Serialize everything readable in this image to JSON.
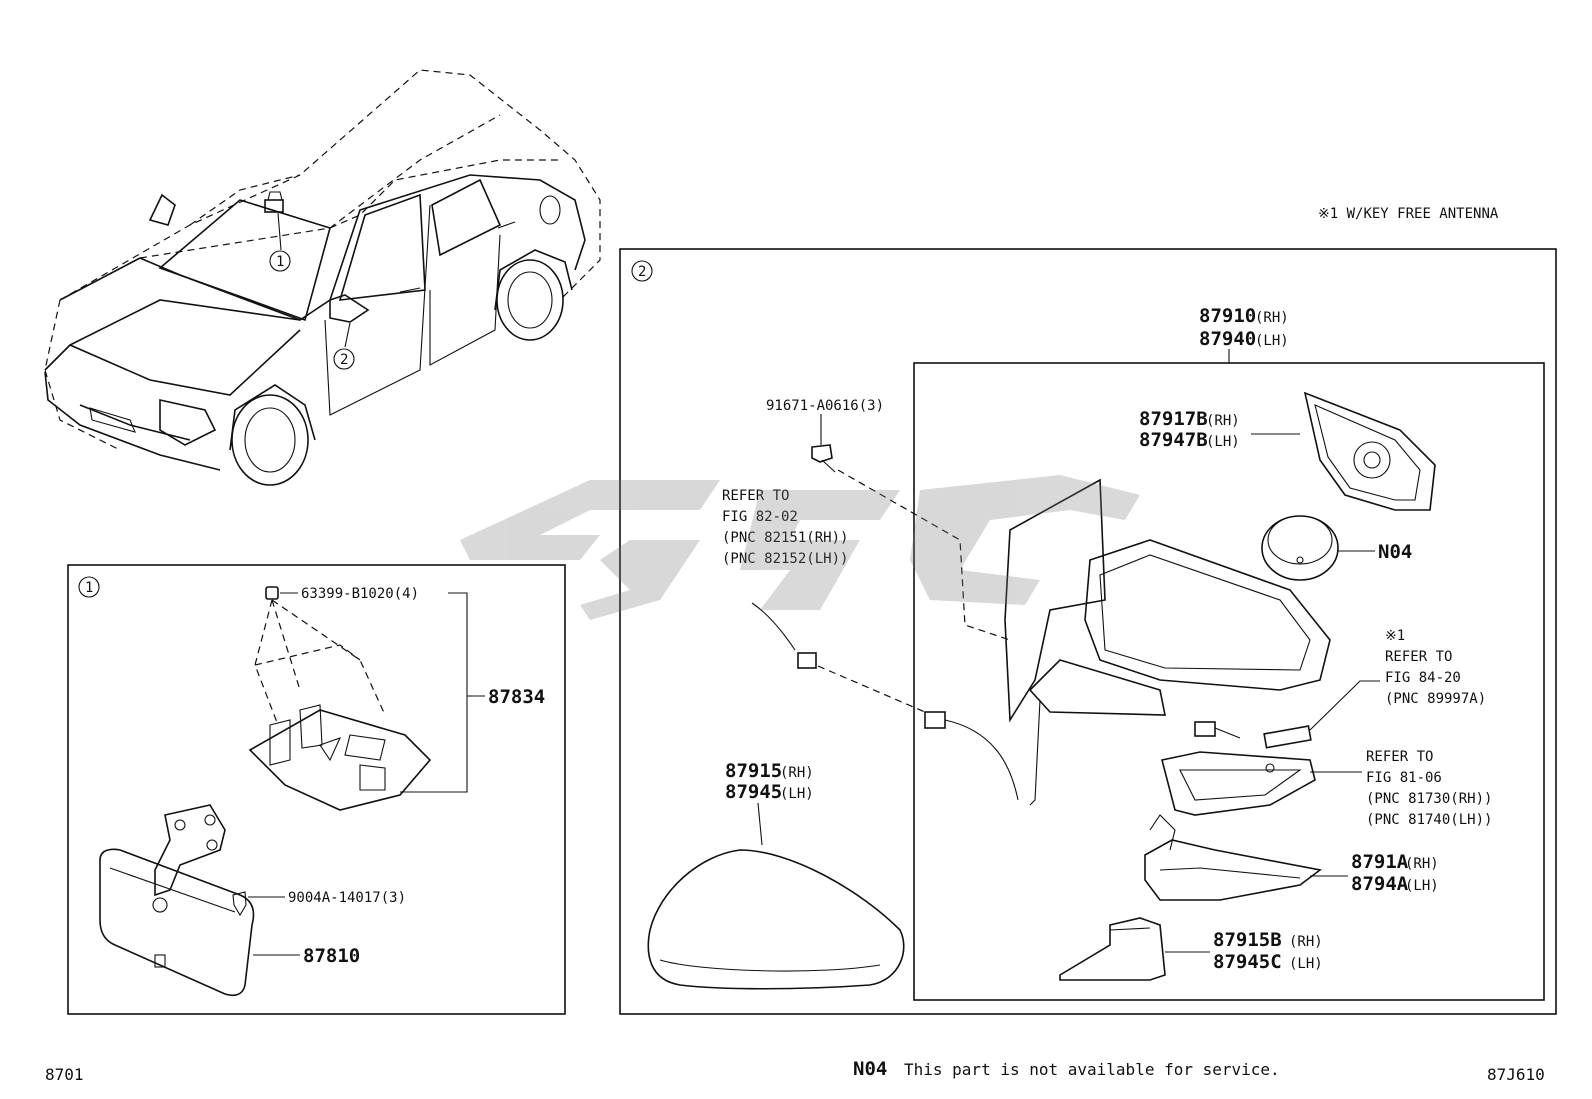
{
  "note_top": "※1 W/KEY FREE ANTENNA",
  "callout_1": "1",
  "callout_2": "2",
  "panel1": {
    "label": "1",
    "parts": {
      "clip": "63399-B1020(4)",
      "cover": "87834",
      "screw": "9004A-14017(3)",
      "mirror": "87810"
    }
  },
  "panel2": {
    "label": "2",
    "assembly": {
      "rh": "87910",
      "rh_side": "(RH)",
      "lh": "87940",
      "lh_side": "(LH)"
    },
    "bolt": "91671-A0616(3)",
    "refer_wire": {
      "line1": "REFER TO",
      "line2": "FIG 82-02",
      "line3": "(PNC 82151(RH))",
      "line4": "(PNC 82152(LH))"
    },
    "glass": {
      "rh": "87917B",
      "rh_side": "(RH)",
      "lh": "87947B",
      "lh_side": "(LH)"
    },
    "motor": "N04",
    "antenna_ref": {
      "mark": "※1",
      "line1": "REFER TO",
      "line2": "FIG 84-20",
      "line3": "(PNC 89997A)"
    },
    "turn_ref": {
      "line1": "REFER TO",
      "line2": "FIG 81-06",
      "line3": "(PNC 81730(RH))",
      "line4": "(PNC 81740(LH))"
    },
    "cover": {
      "rh": "87915",
      "rh_side": "(RH)",
      "lh": "87945",
      "lh_side": "(LH)"
    },
    "lower": {
      "rh": "8791A",
      "rh_side": "(RH)",
      "lh": "8794A",
      "lh_side": "(LH)"
    },
    "base": {
      "rh": "87915B",
      "rh_side": "(RH)",
      "lh": "87945C",
      "lh_side": "(LH)"
    }
  },
  "footer": {
    "left": "8701",
    "code": "N04",
    "note": "This part is not available for service.",
    "right": "87J610"
  }
}
